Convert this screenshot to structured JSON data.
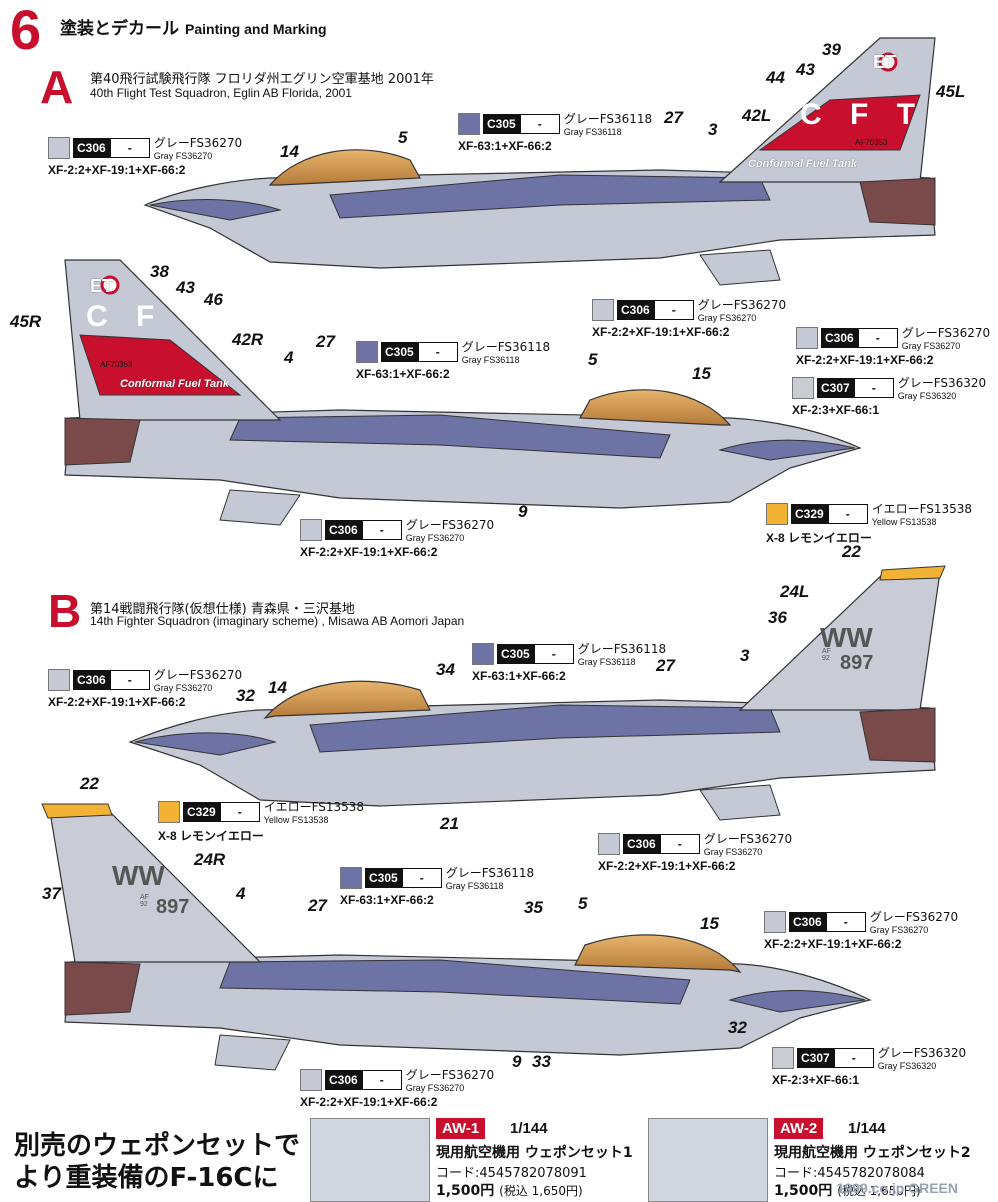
{
  "step": {
    "number": "6",
    "title_jp": "塗装とデカール",
    "title_en": "Painting and Marking"
  },
  "sectionA": {
    "letter": "A",
    "jp": "第40飛行試験飛行隊 フロリダ州エグリン空軍基地 2001年",
    "en": "40th Flight Test Squadron, Eglin AB Florida, 2001"
  },
  "sectionB": {
    "letter": "B",
    "jp": "第14戦闘飛行隊(仮想仕様) 青森県・三沢基地",
    "en": "14th Fighter Squadron (imaginary scheme) , Misawa AB Aomori Japan"
  },
  "colors": {
    "c306": "#c5c9d6",
    "c305": "#6d73a4",
    "c307": "#c9ccd2",
    "c329": "#f2b233",
    "red": "#c8102e"
  },
  "paints": {
    "c306": {
      "code": "C306",
      "dash": "-",
      "name_jp": "グレーFS36270",
      "name_en": "Gray FS36270",
      "mix": "XF-2:2+XF-19:1+XF-66:2"
    },
    "c305": {
      "code": "C305",
      "dash": "-",
      "name_jp": "グレーFS36118",
      "name_en": "Gray FS36118",
      "mix": "XF-63:1+XF-66:2"
    },
    "c307": {
      "code": "C307",
      "dash": "-",
      "name_jp": "グレーFS36320",
      "name_en": "Gray FS36320",
      "mix": "XF-2:3+XF-66:1"
    },
    "c329": {
      "code": "C329",
      "dash": "-",
      "name_jp": "イエローFS13538",
      "name_en": "Yellow FS13538",
      "mix": "X-8 レモンイエロー"
    }
  },
  "decals": {
    "a1": [
      "39",
      "44",
      "43",
      "45L",
      "42L",
      "3",
      "27",
      "5",
      "14"
    ],
    "a2": [
      "38",
      "43",
      "46",
      "45R",
      "42R",
      "4",
      "27",
      "5",
      "15",
      "9"
    ],
    "b1": [
      "22",
      "24L",
      "36",
      "3",
      "27",
      "34",
      "14",
      "32",
      "21"
    ],
    "b2": [
      "22",
      "24R",
      "37",
      "4",
      "27",
      "35",
      "5",
      "15",
      "32",
      "9",
      "33"
    ]
  },
  "tail": {
    "et": "ET",
    "gft": "C F T",
    "serial_a": "AF70353",
    "serial_a2": "AF70353",
    "cft": "Conformal Fuel Tank",
    "ww": "WW",
    "b_num": "897",
    "b_af": "AF 92"
  },
  "bottom": {
    "line1": "別売のウェポンセットで",
    "line2": "より重装備のF-16Cに"
  },
  "products": [
    {
      "code": "AW-1",
      "scale": "1/144",
      "name": "現用航空機用 ウェポンセット1",
      "jan": "コード:4545782078091",
      "price": "1,500円",
      "tax": "(税込 1,650円)"
    },
    {
      "code": "AW-2",
      "scale": "1/144",
      "name": "現用航空機用 ウェポンセット2",
      "jan": "コード:4545782078084",
      "price": "1,500円",
      "tax": "(税込 1,650円)"
    }
  ],
  "watermark": "1999.co.jp GREEN"
}
